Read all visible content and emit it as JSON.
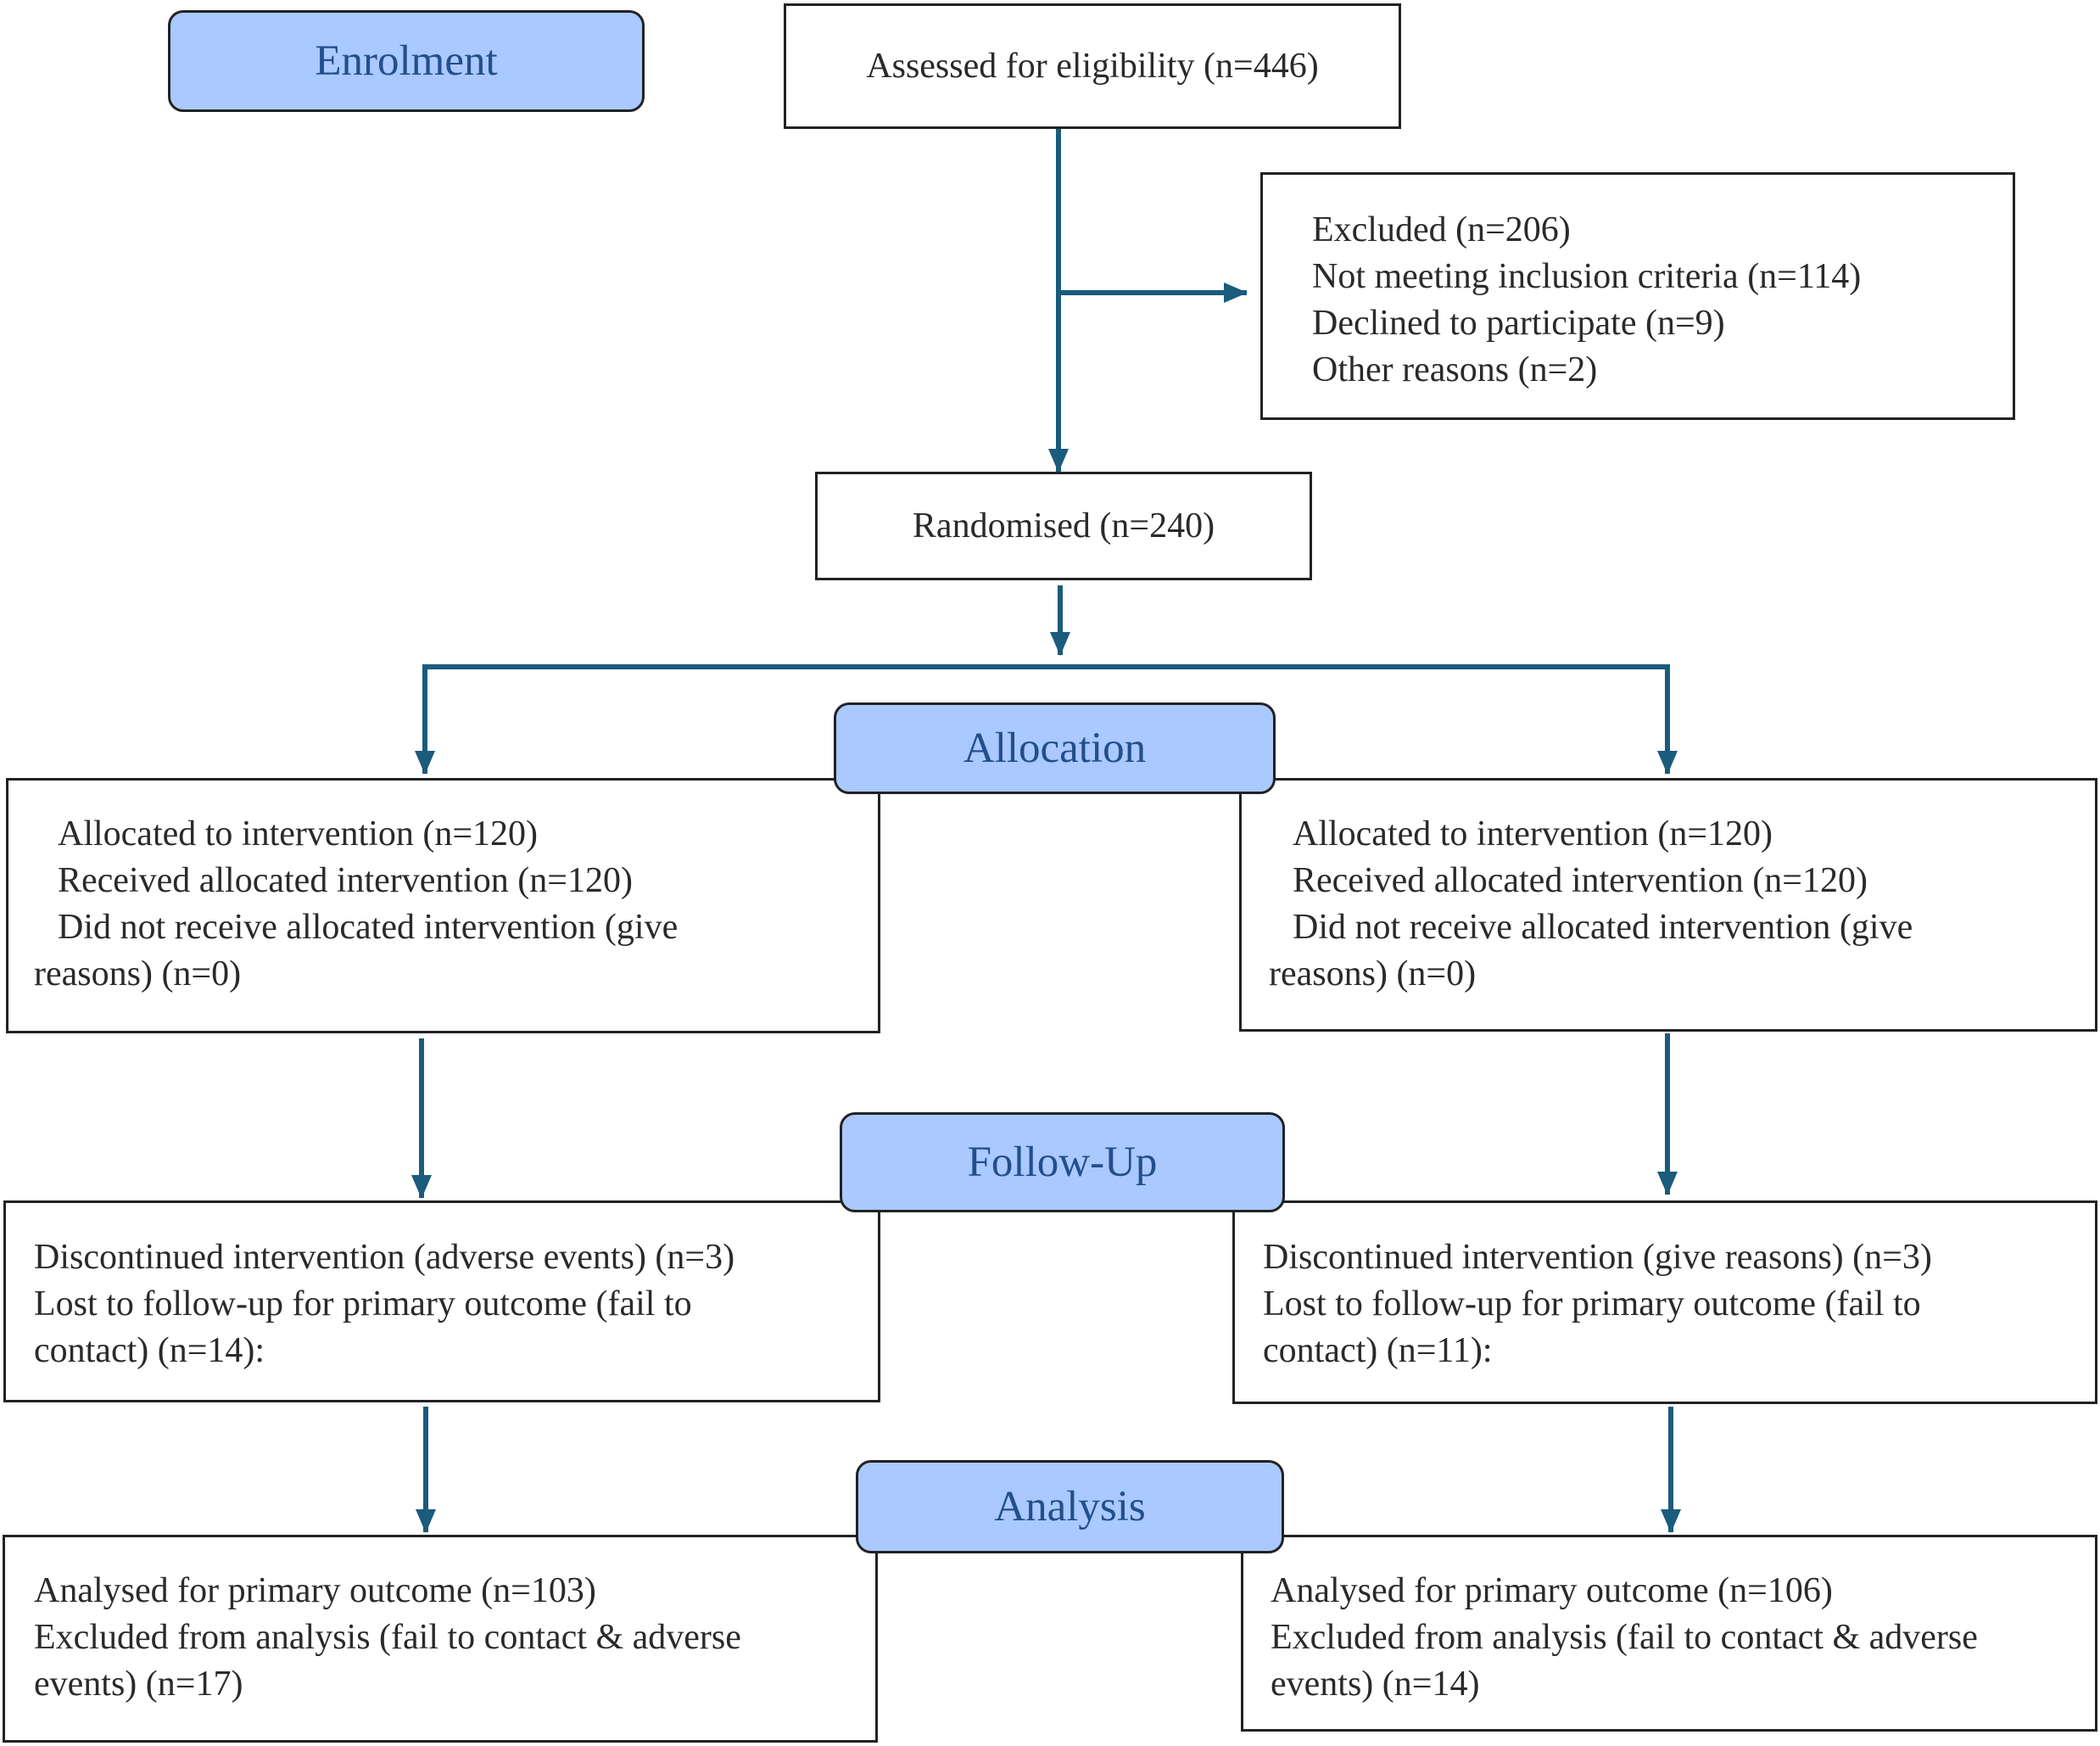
{
  "stages": {
    "enrolment": "Enrolment",
    "allocation": "Allocation",
    "follow_up": "Follow-Up",
    "analysis": "Analysis"
  },
  "assessed": "Assessed for eligibility (n=446)",
  "excluded": {
    "title": "Excluded (n=206)",
    "reasons": [
      "Not meeting inclusion criteria (n=114)",
      "Declined to participate (n=9)",
      "Other reasons (n=2)"
    ]
  },
  "randomised": "Randomised (n=240)",
  "left_arm": {
    "allocation": [
      " Allocated to intervention (n=120)",
      " Received allocated intervention (n=120)",
      " Did not receive allocated intervention (give",
      "reasons) (n=0)"
    ],
    "follow_up": [
      "Discontinued intervention (adverse events) (n=3)",
      "Lost to follow-up for primary outcome (fail to",
      "contact) (n=14):"
    ],
    "analysis": [
      "Analysed for primary outcome (n=103)",
      "Excluded from analysis (fail to contact & adverse",
      "events) (n=17)"
    ]
  },
  "right_arm": {
    "allocation": [
      " Allocated to intervention (n=120)",
      " Received allocated intervention (n=120)",
      " Did not receive allocated intervention (give",
      "reasons) (n=0)"
    ],
    "follow_up": [
      "Discontinued intervention (give reasons) (n=3)",
      "Lost to follow-up for primary outcome (fail to",
      "contact) (n=11):"
    ],
    "analysis": [
      "Analysed for primary outcome (n=106)",
      "Excluded from analysis (fail to contact & adverse",
      "events) (n=14)"
    ]
  },
  "colors": {
    "connector": "#1b5b7c",
    "stage_fill": "#a9c9ff",
    "stage_text": "#234e8c",
    "border": "#222222"
  }
}
